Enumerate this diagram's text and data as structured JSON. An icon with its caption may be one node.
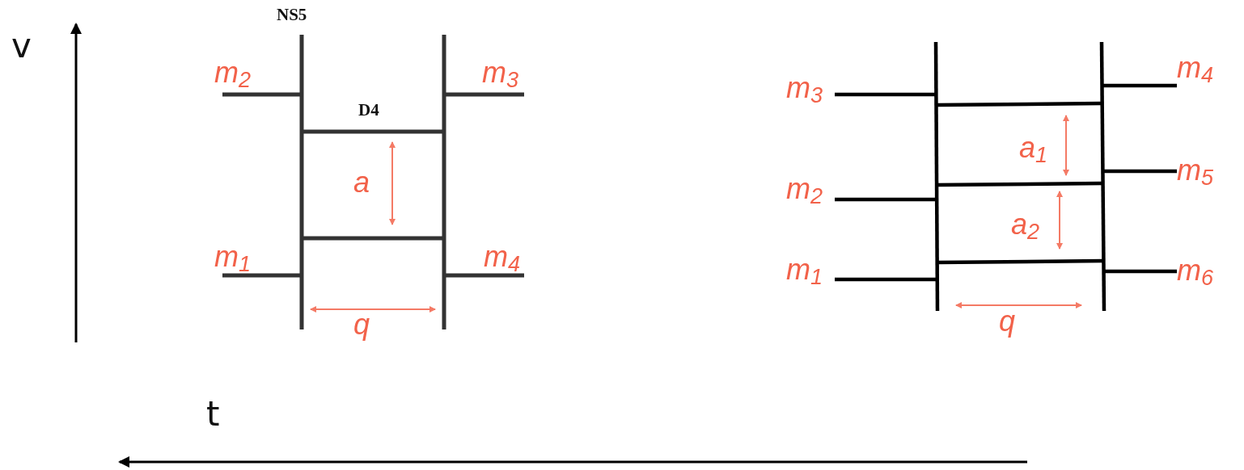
{
  "diagram": {
    "labels": [
      "v",
      "NS5",
      "m$_{2}$",
      "m$_{3}$",
      "D4",
      "a",
      "m$_{1}$",
      "m$_{4}$",
      "q",
      "m$_{4}$",
      "m$_{3}$",
      "a$_{1}$",
      "m$_{5}$",
      "m$_{2}$",
      "a$_{2}$",
      "m$_{1}$",
      "m$_{6}$",
      "q",
      "t"
    ]
  }
}
